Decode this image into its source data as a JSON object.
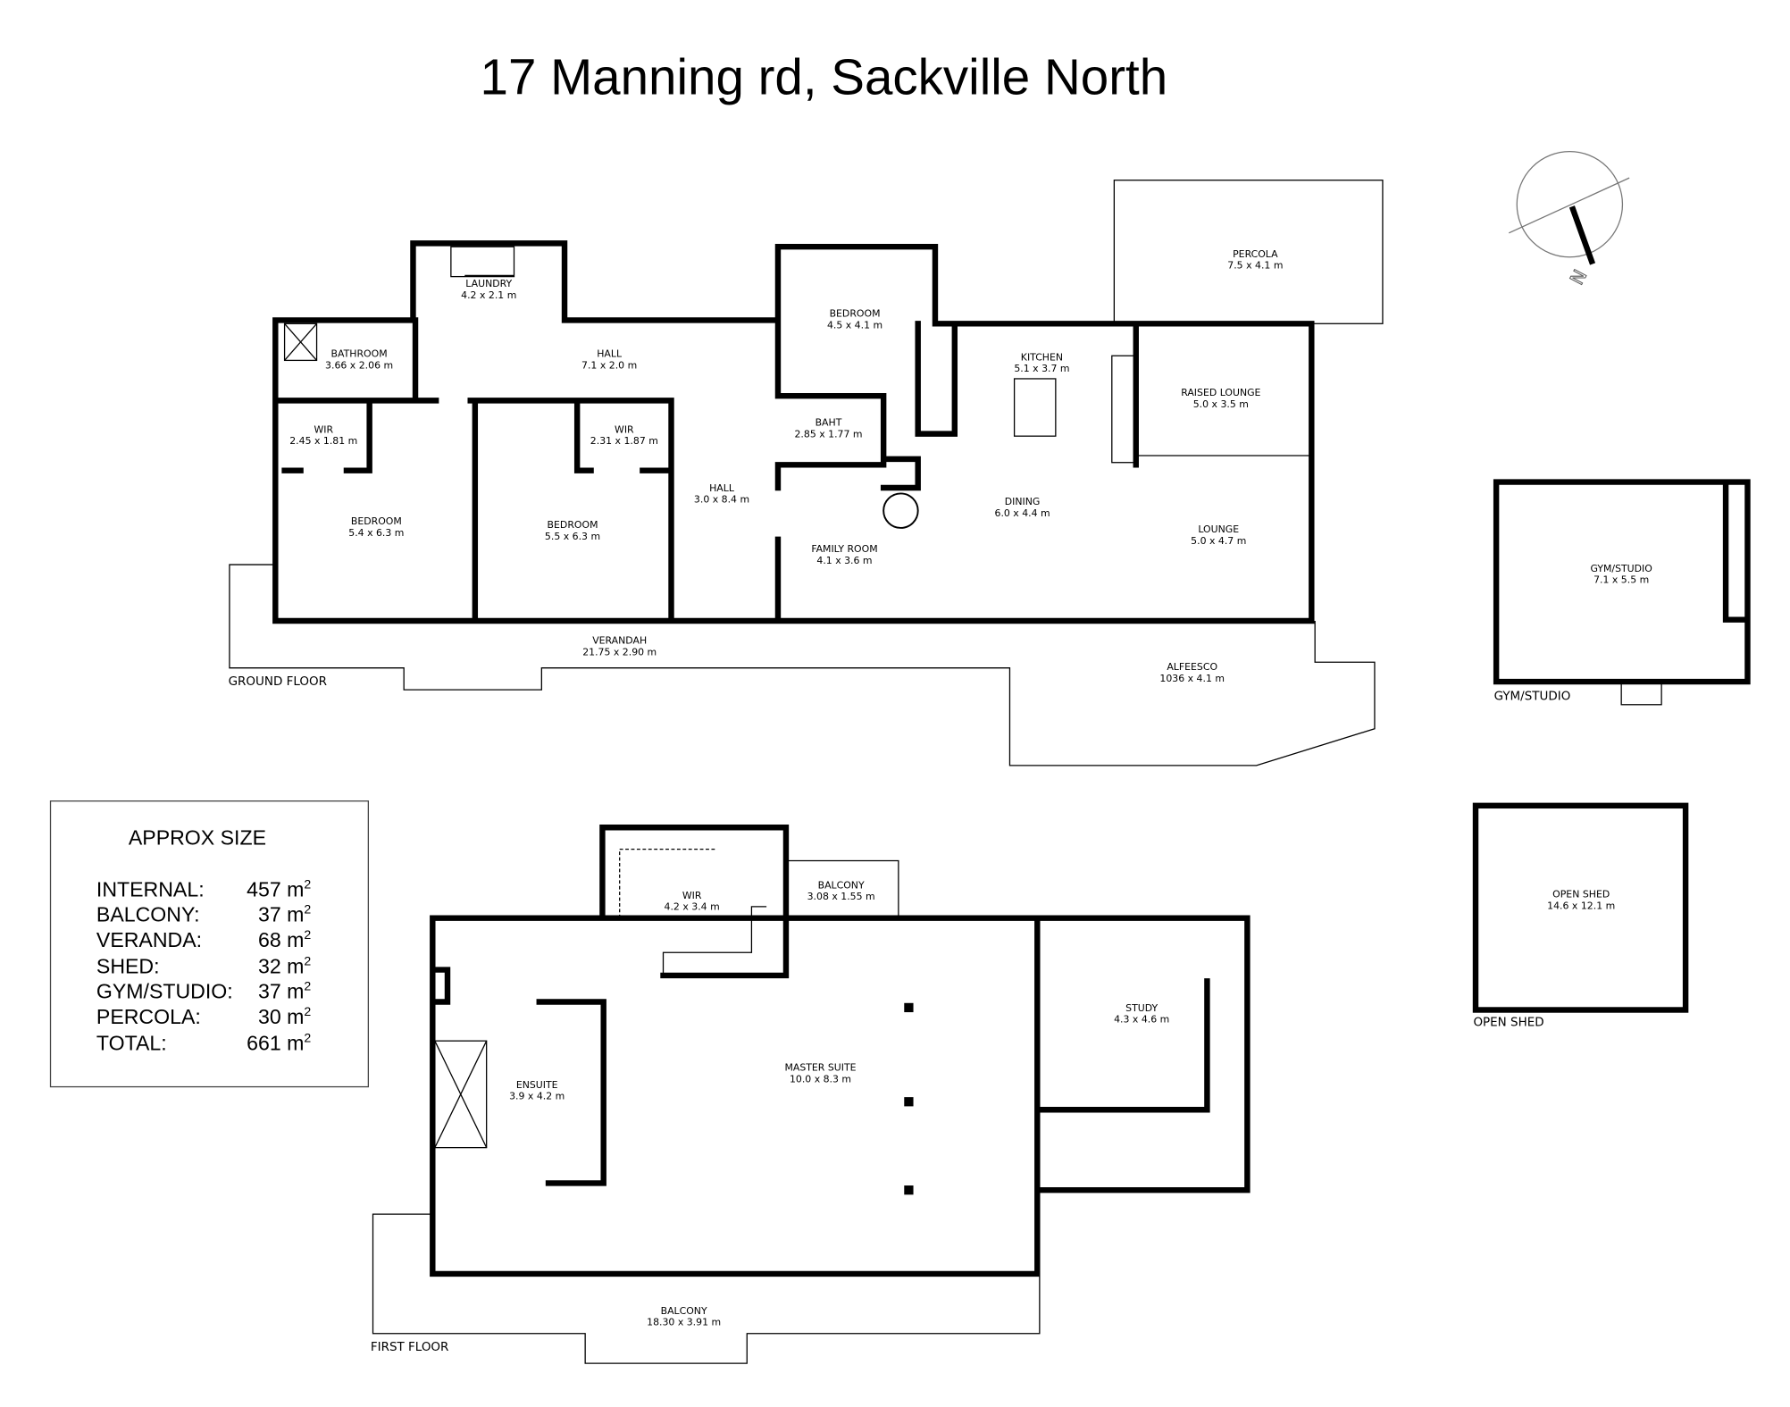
{
  "title": "17 Manning rd, Sackville North",
  "compass": {
    "label": "N",
    "icon": "north-arrow-icon"
  },
  "ground_floor": {
    "label": "GROUND FLOOR",
    "rooms": [
      {
        "name": "LAUNDRY",
        "dims": "4.2 x 2.1 m"
      },
      {
        "name": "BATHROOM",
        "dims": "3.66 x 2.06 m"
      },
      {
        "name": "HALL",
        "dims": "7.1 x 2.0 m"
      },
      {
        "name": "BEDROOM",
        "dims": "4.5 x 4.1 m"
      },
      {
        "name": "KITCHEN",
        "dims": "5.1 x 3.7 m"
      },
      {
        "name": "PERCOLA",
        "dims": "7.5 x 4.1 m"
      },
      {
        "name": "RAISED LOUNGE",
        "dims": "5.0 x 3.5 m"
      },
      {
        "name": "WIR",
        "dims": "2.45 x 1.81 m"
      },
      {
        "name": "WIR",
        "dims": "2.31 x 1.87 m"
      },
      {
        "name": "BAHT",
        "dims": "2.85 x 1.77 m"
      },
      {
        "name": "HALL",
        "dims": "3.0 x 8.4 m"
      },
      {
        "name": "DINING",
        "dims": "6.0 x 4.4 m"
      },
      {
        "name": "BEDROOM",
        "dims": "5.4 x 6.3 m"
      },
      {
        "name": "BEDROOM",
        "dims": "5.5 x 6.3 m"
      },
      {
        "name": "FAMILY ROOM",
        "dims": "4.1 x 3.6 m"
      },
      {
        "name": "LOUNGE",
        "dims": "5.0 x 4.7 m"
      },
      {
        "name": "VERANDAH",
        "dims": "21.75 x 2.90 m"
      },
      {
        "name": "ALFEESCO",
        "dims": "1036 x 4.1 m"
      }
    ]
  },
  "gym": {
    "label": "GYM/STUDIO",
    "room": {
      "name": "GYM/STUDIO",
      "dims": "7.1 x 5.5 m"
    }
  },
  "shed": {
    "label": "OPEN SHED",
    "room": {
      "name": "OPEN SHED",
      "dims": "14.6 x 12.1 m"
    }
  },
  "first_floor": {
    "label": "FIRST FLOOR",
    "rooms": [
      {
        "name": "WIR",
        "dims": "4.2 x 3.4 m"
      },
      {
        "name": "BALCONY",
        "dims": "3.08 x 1.55 m"
      },
      {
        "name": "STUDY",
        "dims": "4.3 x 4.6 m"
      },
      {
        "name": "ENSUITE",
        "dims": "3.9 x 4.2 m"
      },
      {
        "name": "MASTER SUITE",
        "dims": "10.0 x 8.3 m"
      },
      {
        "name": "BALCONY",
        "dims": "18.30 x 3.91 m"
      }
    ]
  },
  "approx_size": {
    "heading": "APPROX SIZE",
    "unit": "m",
    "unit_sup": "2",
    "rows": [
      {
        "label": "INTERNAL:",
        "value": "457"
      },
      {
        "label": "BALCONY:",
        "value": "37"
      },
      {
        "label": "VERANDA:",
        "value": "68"
      },
      {
        "label": "SHED:",
        "value": "32"
      },
      {
        "label": "GYM/STUDIO:",
        "value": "37"
      },
      {
        "label": "PERCOLA:",
        "value": "30"
      },
      {
        "label": "TOTAL:",
        "value": "661"
      }
    ]
  }
}
